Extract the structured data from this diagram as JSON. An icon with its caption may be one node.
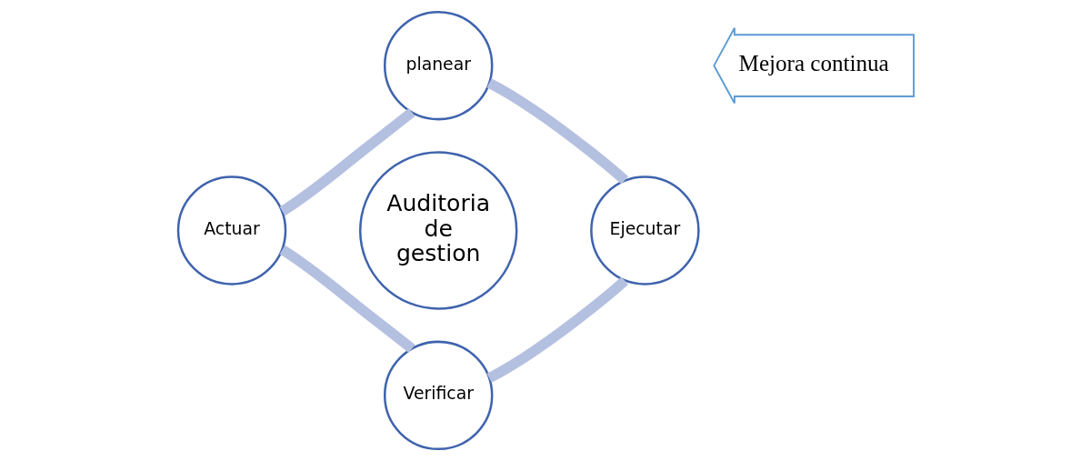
{
  "diagram": {
    "nodes": [
      {
        "text": [
          "planear"
        ]
      },
      {
        "text": [
          "Ejecutar"
        ]
      },
      {
        "text": [
          "Verificar"
        ]
      },
      {
        "text": [
          "Actuar"
        ]
      },
      {
        "text": [
          "Auditoria de gestion"
        ]
      },
      {
        "text": [
          "Mejora continua"
        ]
      }
    ],
    "edges": [
      {
        "from": 0,
        "to": 1,
        "arrow": "none"
      },
      {
        "from": 1,
        "to": 2,
        "arrow": "none"
      },
      {
        "from": 2,
        "to": 3,
        "arrow": "none"
      },
      {
        "from": 3,
        "to": 0,
        "arrow": "none"
      }
    ]
  }
}
